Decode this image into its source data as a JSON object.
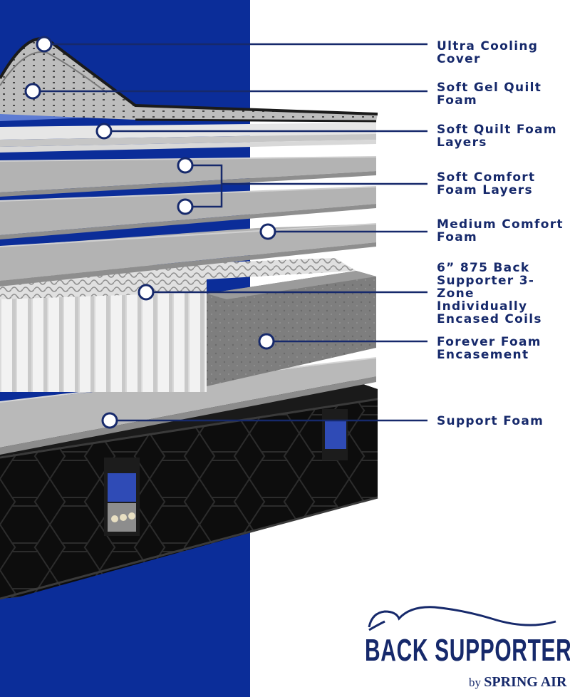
{
  "colors": {
    "blue_panel": "#0b2d99",
    "callout_blue": "#16296b",
    "foam_gray": "#a9a9a9",
    "encasement_gray": "#7c7c7c",
    "mattress_black": "#0d0d0d",
    "page_white": "#ffffff"
  },
  "layers": [
    {
      "id": "ultra-cooling-cover",
      "label": "Ultra Cooling\nCover"
    },
    {
      "id": "soft-gel-quilt-foam",
      "label": "Soft Gel Quilt\nFoam"
    },
    {
      "id": "soft-quilt-foam-layers",
      "label": "Soft Quilt Foam\nLayers"
    },
    {
      "id": "soft-comfort-foam-layers",
      "label": "Soft Comfort\nFoam Layers"
    },
    {
      "id": "medium-comfort-foam",
      "label": "Medium Comfort\nFoam"
    },
    {
      "id": "encased-coils",
      "label": "6” 875 Back\nSupporter 3-Zone\nIndividually\nEncased Coils"
    },
    {
      "id": "forever-foam-encasement",
      "label": "Forever Foam\nEncasement"
    },
    {
      "id": "support-foam",
      "label": "Support Foam"
    }
  ],
  "brand": {
    "name": "BACK SUPPORTER",
    "by": "by",
    "maker": "SPRING AIR"
  },
  "icons": {
    "callout_marker": "circle-marker-icon",
    "brand_swoosh": "wave-swoosh-icon",
    "tag_dots": "dot-icon"
  }
}
